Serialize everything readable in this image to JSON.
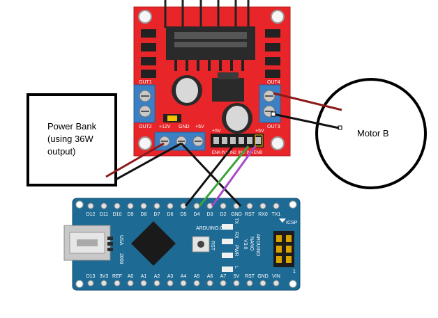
{
  "power_bank": {
    "line1": "Power Bank",
    "line2": "(using 36W",
    "line3": "output)"
  },
  "motor": {
    "label": "Motor B"
  },
  "driver": {
    "out1": "OUT1",
    "out2": "OUT2",
    "out3": "OUT3",
    "out4": "OUT4",
    "v12": "+12V",
    "gnd": "GND",
    "v5": "+5V",
    "v5_left": "+5V",
    "v5_right": "+5V",
    "pins": [
      "ENA",
      "IN1",
      "IN2",
      "IN3",
      "IN4",
      "ENB"
    ]
  },
  "nano": {
    "top_pins": [
      "D12",
      "D11",
      "D10",
      "D9",
      "D8",
      "D7",
      "D6",
      "D5",
      "D4",
      "D3",
      "D2",
      "GND",
      "RST",
      "RX0",
      "TX1"
    ],
    "bottom_pins": [
      "D13",
      "3V3",
      "REF",
      "A0",
      "A1",
      "A2",
      "A3",
      "A4",
      "A5",
      "A6",
      "A7",
      "5V",
      "RST",
      "GND",
      "VIN"
    ],
    "usa": "USA",
    "year": "2009",
    "brand": "ARDUINO.CC",
    "rst": "RST",
    "tx": "TX",
    "rx": "RX",
    "pwr": "PWR",
    "l": "L",
    "name1": "ARDUINO",
    "name2": "NANO",
    "name3": "V3.0",
    "icsp": "ICSP",
    "icsp_num": "1"
  },
  "colors": {
    "driver_board": "#e8262a",
    "nano_board": "#1d6a94",
    "wire_red": "#8b1a1a",
    "wire_black": "#111111",
    "wire_green": "#3aa53a",
    "wire_purple": "#a64ac9",
    "terminal_blue": "#3b7fc4"
  }
}
